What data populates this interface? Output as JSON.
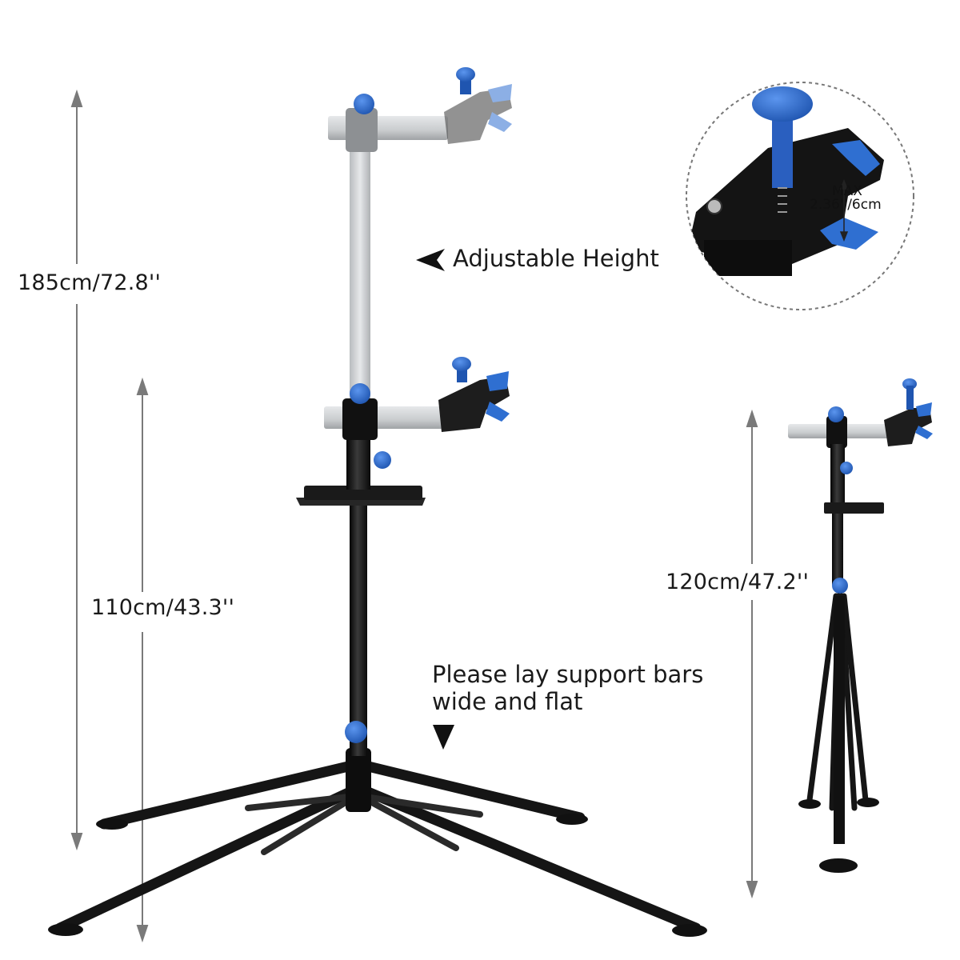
{
  "dimensions": {
    "max_height": "185cm/72.8''",
    "min_height": "110cm/43.3''",
    "folded_height": "120cm/47.2''"
  },
  "callouts": {
    "adjustable": "Adjustable Height",
    "support_line1": "Please lay support bars",
    "support_line2": "wide and flat"
  },
  "clamp_detail": {
    "max_label": "MAX",
    "max_value": "2.36''/6cm"
  },
  "colors": {
    "frame": "#1c1c1c",
    "knob": "#2f6fd1",
    "tube": "#cfd2d4",
    "dim_line": "#7a7a7a"
  }
}
